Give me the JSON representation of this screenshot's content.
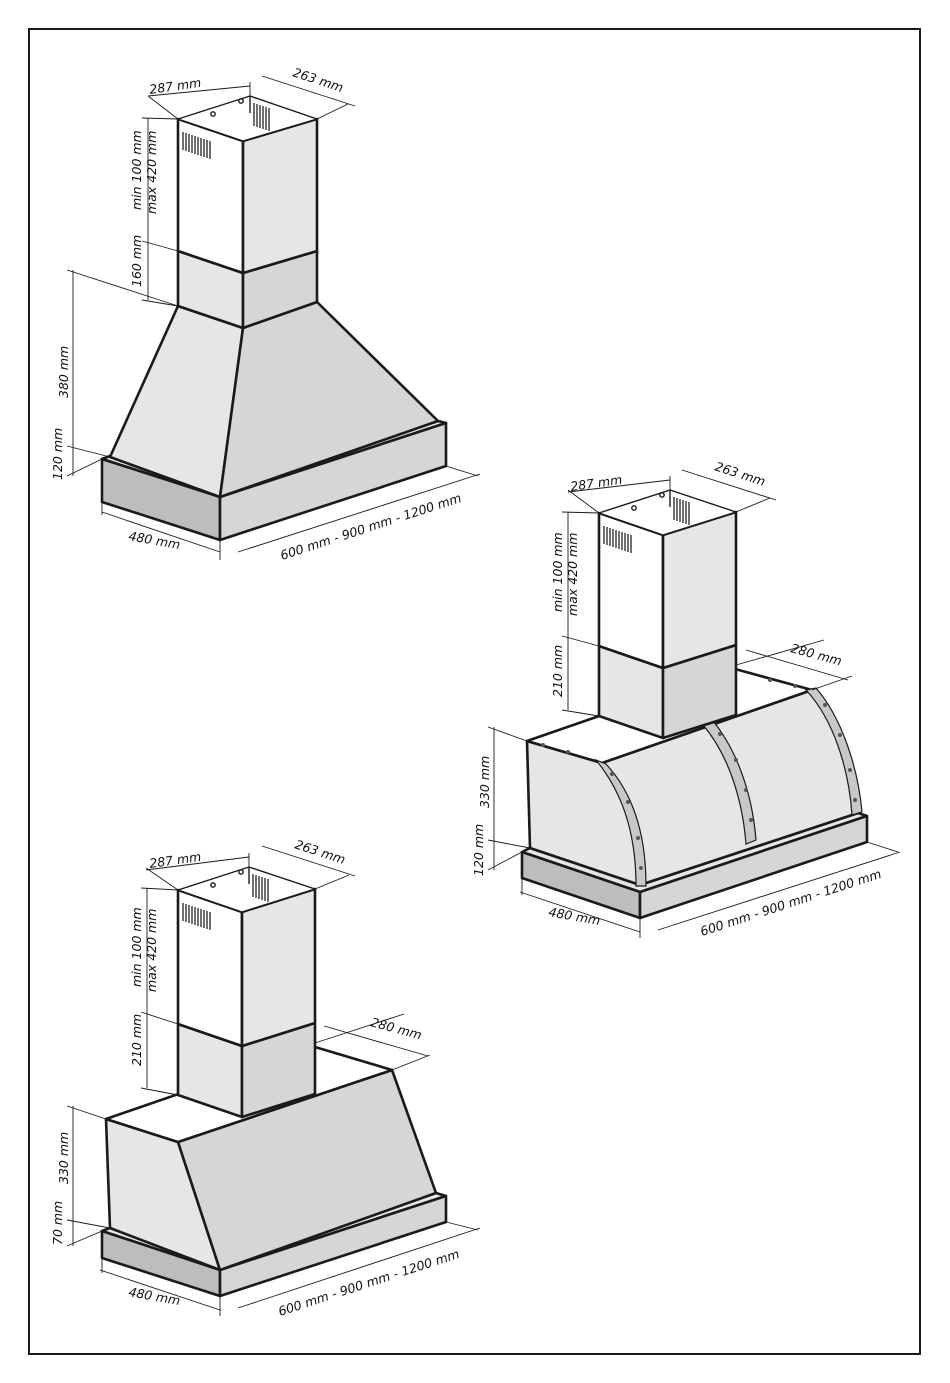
{
  "hoods": [
    {
      "id": "pyramid-hood",
      "labels": {
        "chimney_width": "287 mm",
        "chimney_depth": "263 mm",
        "chimney_upper": "min 100 mm",
        "chimney_upper_max": "max 420 mm",
        "chimney_lower": "160 mm",
        "body_height": "380 mm",
        "base_height": "120 mm",
        "depth": "480 mm",
        "width": "600 mm - 900 mm - 1200 mm"
      }
    },
    {
      "id": "curved-hood",
      "labels": {
        "chimney_width": "287 mm",
        "chimney_depth": "263 mm",
        "chimney_upper": "min 100 mm",
        "chimney_upper_max": "max 420 mm",
        "chimney_lower": "210 mm",
        "top_depth": "280 mm",
        "body_height": "330 mm",
        "base_height": "120 mm",
        "depth": "480 mm",
        "width": "600 mm - 900 mm - 1200 mm"
      }
    },
    {
      "id": "box-hood",
      "labels": {
        "chimney_width": "287 mm",
        "chimney_depth": "263 mm",
        "chimney_upper": "min 100 mm",
        "chimney_upper_max": "max 420 mm",
        "chimney_lower": "210 mm",
        "top_depth": "280 mm",
        "body_height": "330 mm",
        "base_height": "70 mm",
        "depth": "480 mm",
        "width": "600 mm - 900 mm - 1200 mm"
      }
    }
  ]
}
